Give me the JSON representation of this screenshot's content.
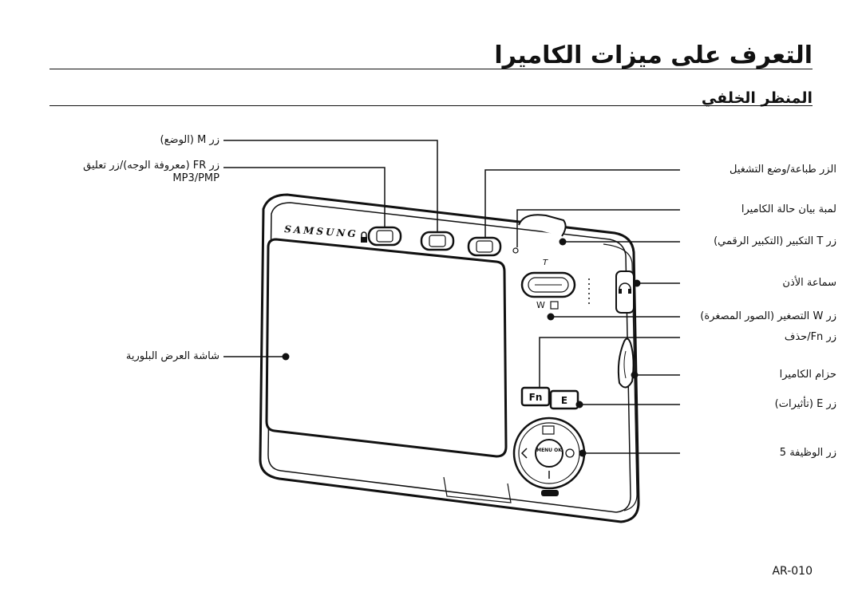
{
  "header": {
    "title": "التعرف على ميزات الكاميرا",
    "subtitle": "المنظر الخلفي"
  },
  "callouts": {
    "m_button": "زر M (الوضع)",
    "fr_button": "زر FR (معروفة الوجه)/زر تعليق",
    "fr_button_sub": "MP3/PMP",
    "lcd": "شاشة العرض البلورية",
    "print_button": "الزر طباعة/وضع التشغيل",
    "busy_lamp": "لمبة بيان حالة الكاميرا",
    "t_button": "زر T التكبير (التكبير الرقمي)",
    "earphone": "سماعة الأذن",
    "w_button": "زر W التصغير (الصور المصغرة)",
    "fn_button": "زر Fn/حذف",
    "strap": "حزام الكاميرا",
    "e_button": "زر E (تأثيرات)",
    "five_function": "زر الوظيفة 5"
  },
  "camera": {
    "brand": "SAMSUNG",
    "t_mark": "T",
    "w_mark": "W",
    "fn_key": "Fn",
    "e_key": "E",
    "menu_ok": "MENU OK"
  },
  "footer": {
    "page_code": "AR-010"
  }
}
